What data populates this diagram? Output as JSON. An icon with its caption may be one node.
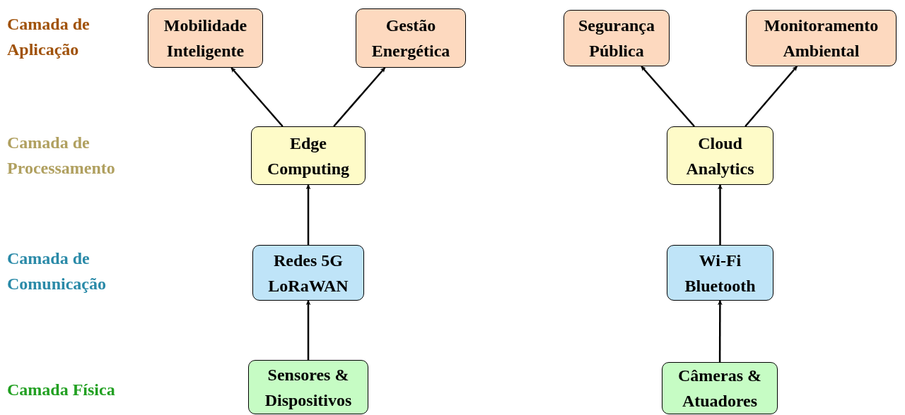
{
  "diagram": {
    "nodes": [
      {
        "text": [
          "Mobilidade Inteligente"
        ]
      },
      {
        "text": [
          "Gestão Energética"
        ]
      },
      {
        "text": [
          "Segurança Pública"
        ]
      },
      {
        "text": [
          "Monitoramento Ambiental"
        ]
      },
      {
        "text": [
          "Edge Computing"
        ]
      },
      {
        "text": [
          "Cloud Analytics"
        ]
      },
      {
        "text": [
          "Redes 5G LoRaWAN"
        ]
      },
      {
        "text": [
          "Wi-Fi Bluetooth"
        ]
      },
      {
        "text": [
          "Sensores & Dispositivos"
        ]
      },
      {
        "text": [
          "Câmeras & Atuadores"
        ]
      }
    ],
    "edges": [
      {
        "from": 8,
        "to": 6,
        "arrow": "to"
      },
      {
        "from": 6,
        "to": 4,
        "arrow": "to"
      },
      {
        "from": 4,
        "to": 0,
        "arrow": "to"
      },
      {
        "from": 4,
        "to": 1,
        "arrow": "to"
      },
      {
        "from": 9,
        "to": 7,
        "arrow": "to"
      },
      {
        "from": 7,
        "to": 5,
        "arrow": "to"
      },
      {
        "from": 5,
        "to": 2,
        "arrow": "to"
      },
      {
        "from": 5,
        "to": 3,
        "arrow": "to"
      }
    ],
    "labels": [
      "Camada de Aplicação",
      "Camada de Processamento",
      "Camada de Comunicação",
      "Camada Física"
    ]
  }
}
